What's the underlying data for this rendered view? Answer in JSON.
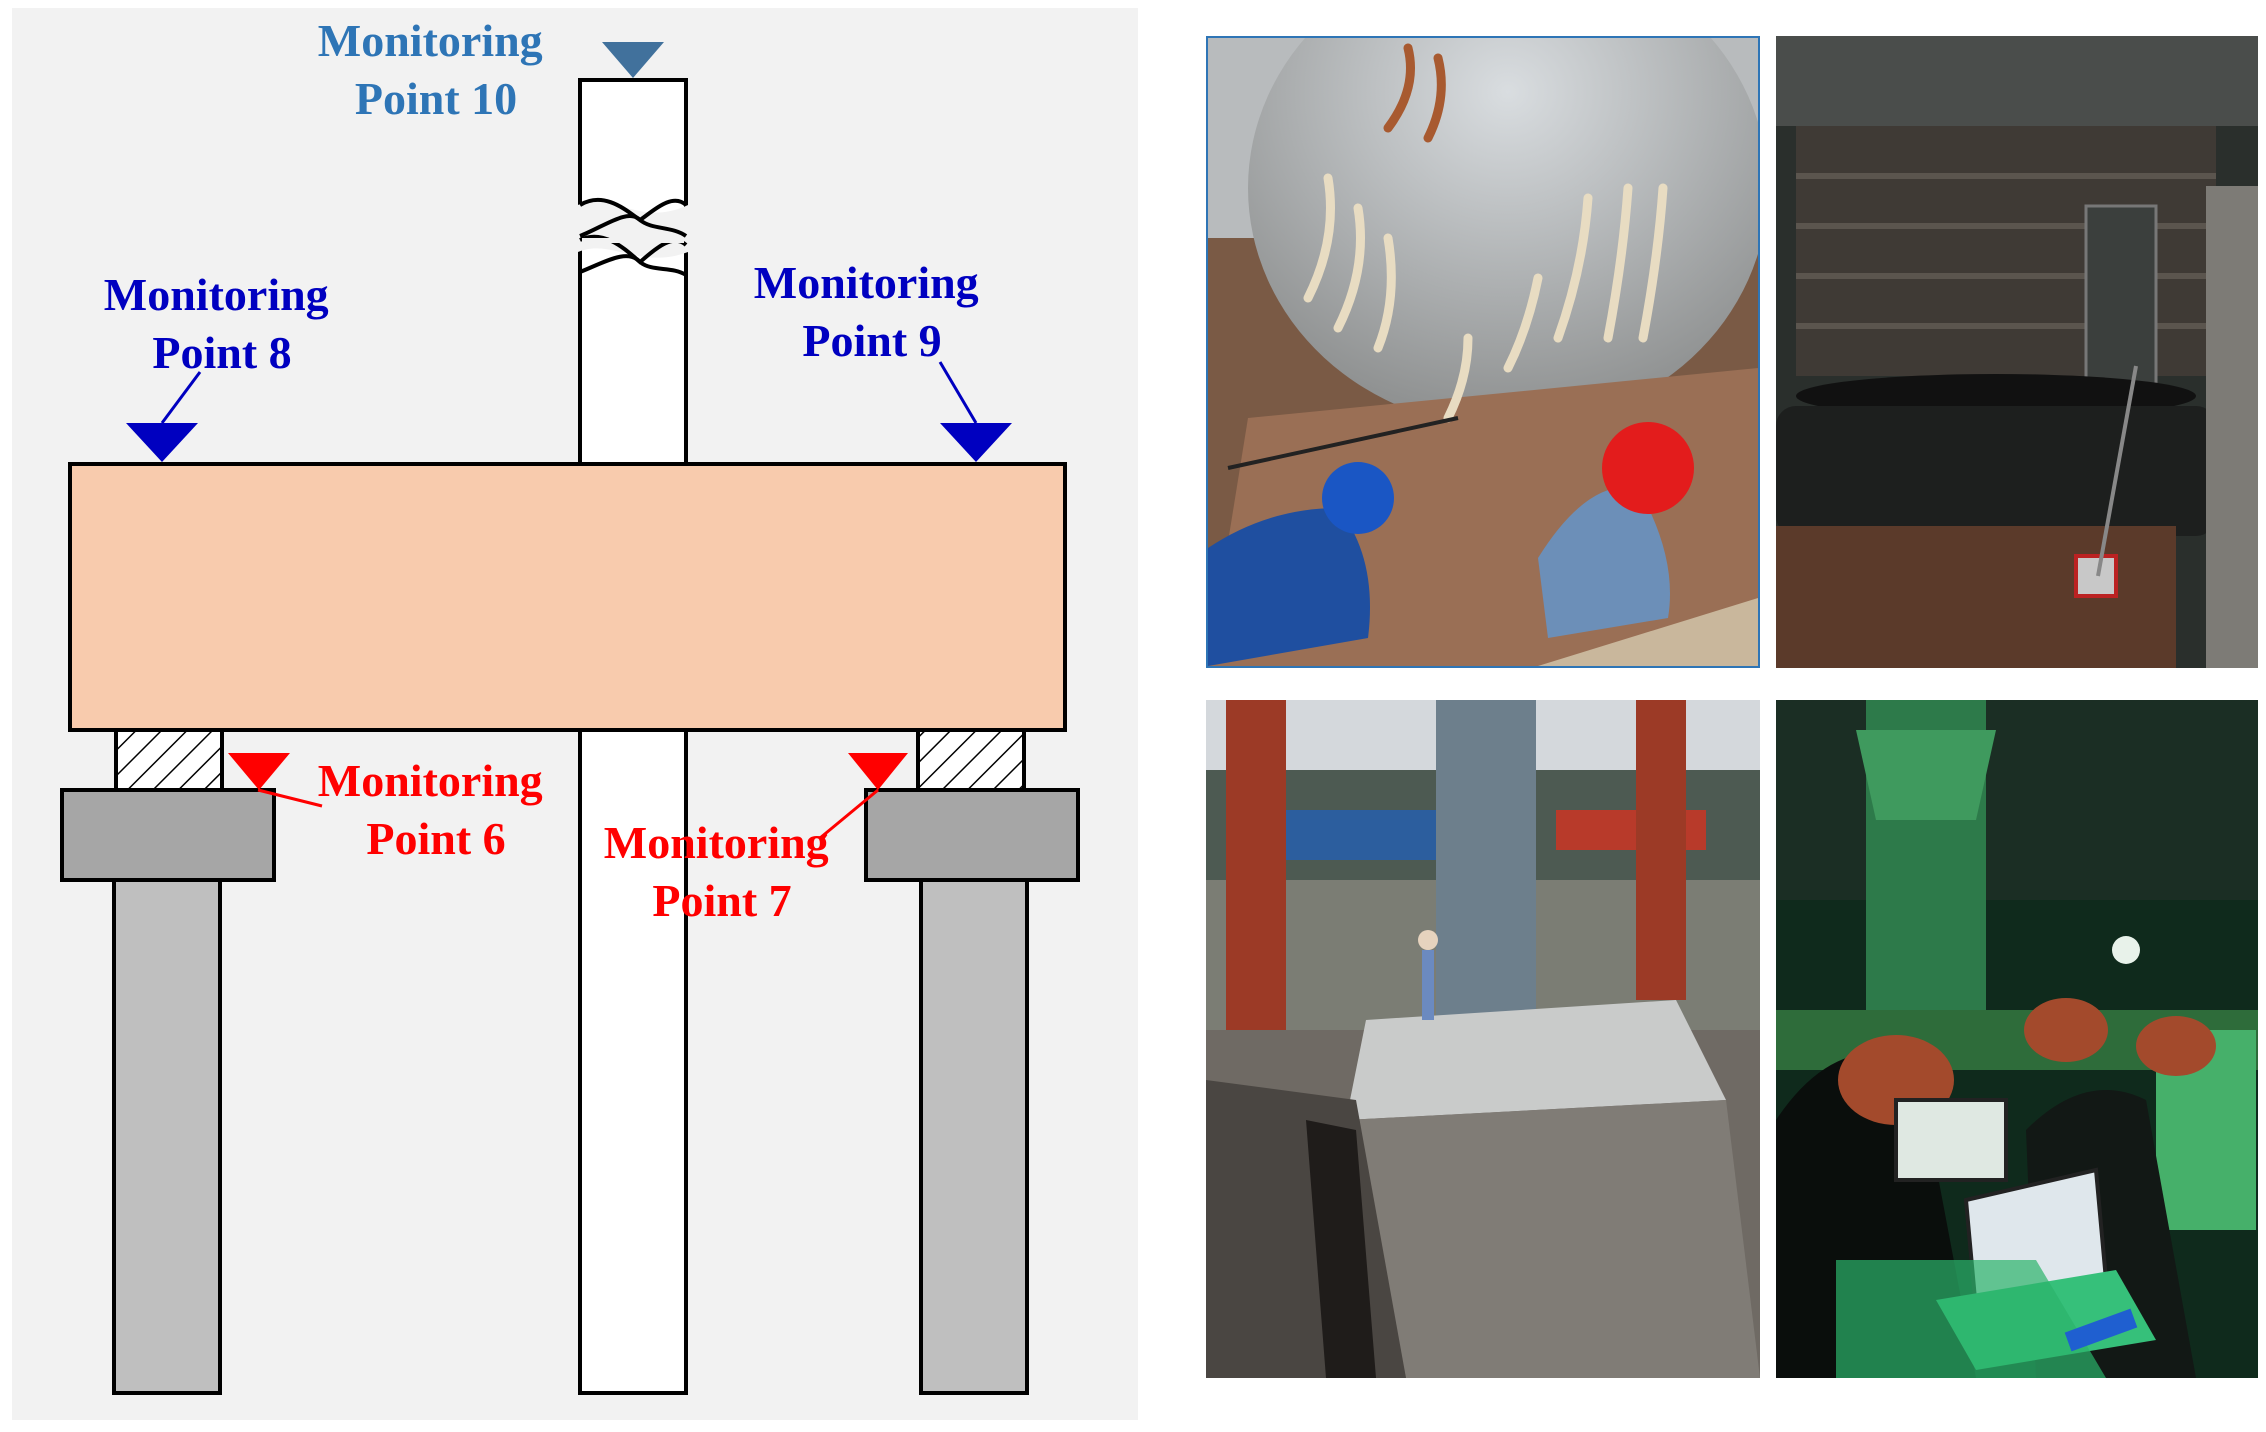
{
  "diagram": {
    "labels": {
      "mp10": [
        "Monitoring",
        "Point 10"
      ],
      "mp8": [
        "Monitoring",
        "Point 8"
      ],
      "mp9": [
        "Monitoring",
        "Point 9"
      ],
      "mp6": [
        "Monitoring",
        "Point 6"
      ],
      "mp7": [
        "Monitoring",
        "Point 7"
      ]
    },
    "colors": {
      "panel_background": "#f2f2f2",
      "beam_fill": "#f8cbad",
      "pier_fill": "#bfbfbf",
      "cap_fill": "#a6a6a6",
      "marker_steel_blue": "#41719c",
      "marker_blue": "#0000c0",
      "marker_red": "#ff0000",
      "label_steel_blue": "#2e75b6",
      "label_blue": "#0000c0",
      "label_red": "#ff0000"
    }
  },
  "photos": [
    {
      "id": "photo-top-left",
      "subject": "workers in hard hats drilling under a chipped concrete column with exposed rebar"
    },
    {
      "id": "photo-top-right",
      "subject": "close-up of jack and displacement gauge under a column"
    },
    {
      "id": "photo-bottom-left",
      "subject": "construction site with concrete column and foundation block"
    },
    {
      "id": "photo-bottom-right",
      "subject": "engineers with laptops monitoring at night under green lighting"
    }
  ]
}
